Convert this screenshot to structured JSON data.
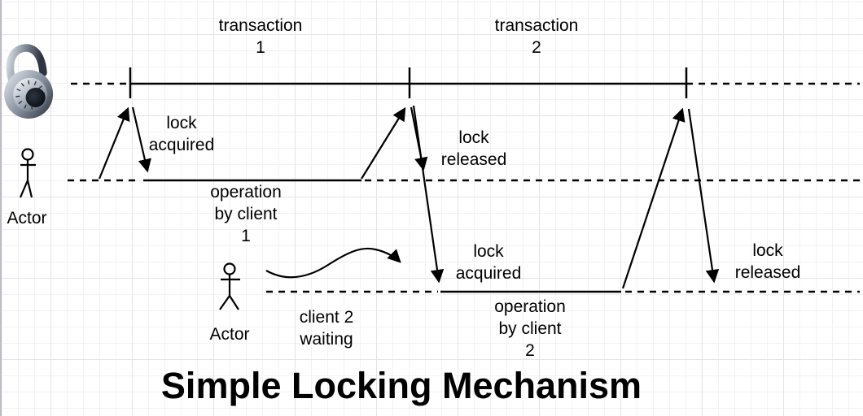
{
  "title": "Simple Locking Mechanism",
  "annotations": {
    "transaction_1": "transaction\n1",
    "transaction_2": "transaction\n2",
    "lock_acquired_1": "lock\nacquired",
    "lock_released_1": "lock\nreleased",
    "lock_acquired_2": "lock\nacquired",
    "lock_released_2": "lock\nreleased",
    "operation_client_1": "operation\nby client\n1",
    "operation_client_2": "operation\nby client\n2",
    "client_2_waiting": "client 2\nwaiting"
  },
  "actors": {
    "actor_1_label": "Actor",
    "actor_2_label": "Actor"
  },
  "icons": {
    "lock": "padlock-icon"
  },
  "colors": {
    "line": "#000000",
    "text": "#000000",
    "background": "#ffffff",
    "grid_minor": "#f2f2f5",
    "grid_major": "#e4e4e9"
  }
}
